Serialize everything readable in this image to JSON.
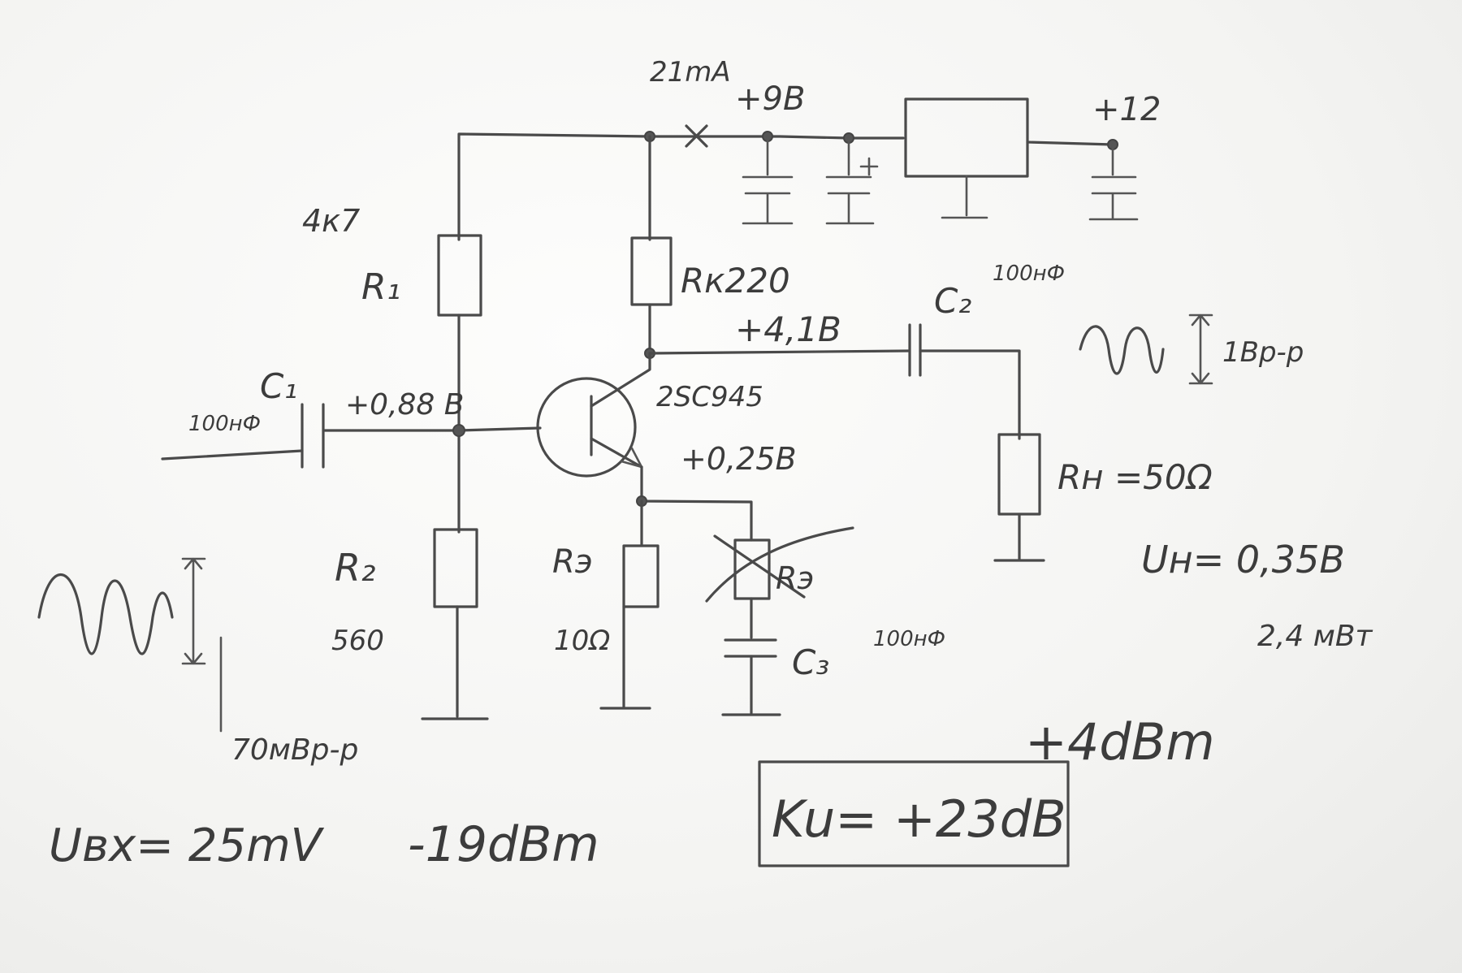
{
  "labels": {
    "current": "21mA",
    "supply_9v": "+9В",
    "supply_12v": "+12",
    "r1_value": "4к7",
    "r1_name": "R₁",
    "rk_label": "Rк220",
    "c2_name": "C₂",
    "c2_value": "100нФ",
    "collector_voltage": "+4,1В",
    "output_amplitude": "1Вр-р",
    "c1_name": "C₁",
    "c1_value": "100нФ",
    "base_voltage": "+0,88 В",
    "transistor": "2SC945",
    "emitter_voltage": "+0,25В",
    "rh_label": "Rн =50Ω",
    "r2_name": "R₂",
    "r2_value": "560",
    "re_name": "Rэ",
    "re_value": "10Ω",
    "re2_crossed": "Rэ",
    "c3_name": "C₃",
    "c3_value": "100нФ",
    "load_voltage": "Uн= 0,35В",
    "load_power": "2,4 мВт",
    "input_amplitude": "70мВр-р",
    "output_dbm": "+4dBm",
    "input_voltage": "Uвх= 25mV",
    "input_dbm": "-19dBm",
    "gain": "Ku= +23dB"
  }
}
